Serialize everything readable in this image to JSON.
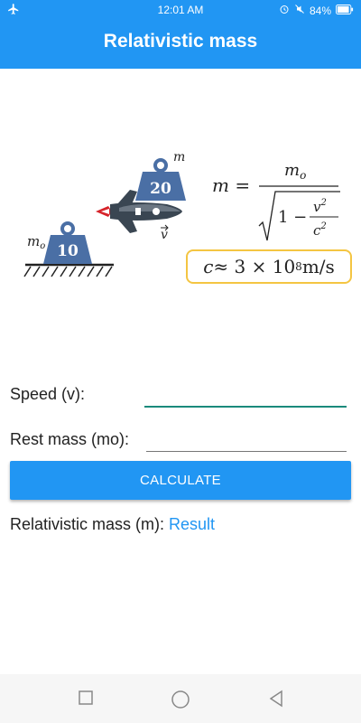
{
  "status": {
    "time": "12:01 AM",
    "battery": "84%",
    "icons": [
      "airplane-icon",
      "alarm-icon",
      "mute-icon",
      "battery-icon"
    ]
  },
  "appbar": {
    "title": "Relativistic mass"
  },
  "illustration": {
    "weight_small_value": "10",
    "weight_large_value": "20",
    "label_rest_mass": "m",
    "label_rest_mass_sub": "o",
    "label_mass": "m",
    "label_velocity": "v"
  },
  "formula": {
    "lhs": "m =",
    "numerator": "m",
    "numerator_sub": "o",
    "one_minus": "1 −",
    "v_term": "v",
    "c_term": "c",
    "exp": "2",
    "speed_of_light": {
      "c": "c",
      "approx": " ≈ 3 × 10",
      "exp": "8",
      "unit": " m/s"
    }
  },
  "form": {
    "speed_label": "Speed (v):",
    "speed_value": "",
    "rest_mass_label": "Rest mass (mo):",
    "rest_mass_value": "",
    "calculate_label": "CALCULATE",
    "result_label": "Relativistic mass (m): ",
    "result_value": "Result"
  },
  "colors": {
    "accent": "#2196f3",
    "weight": "#4a6fa5",
    "box_border": "#f4c542",
    "active_underline": "#1a8a7c"
  }
}
